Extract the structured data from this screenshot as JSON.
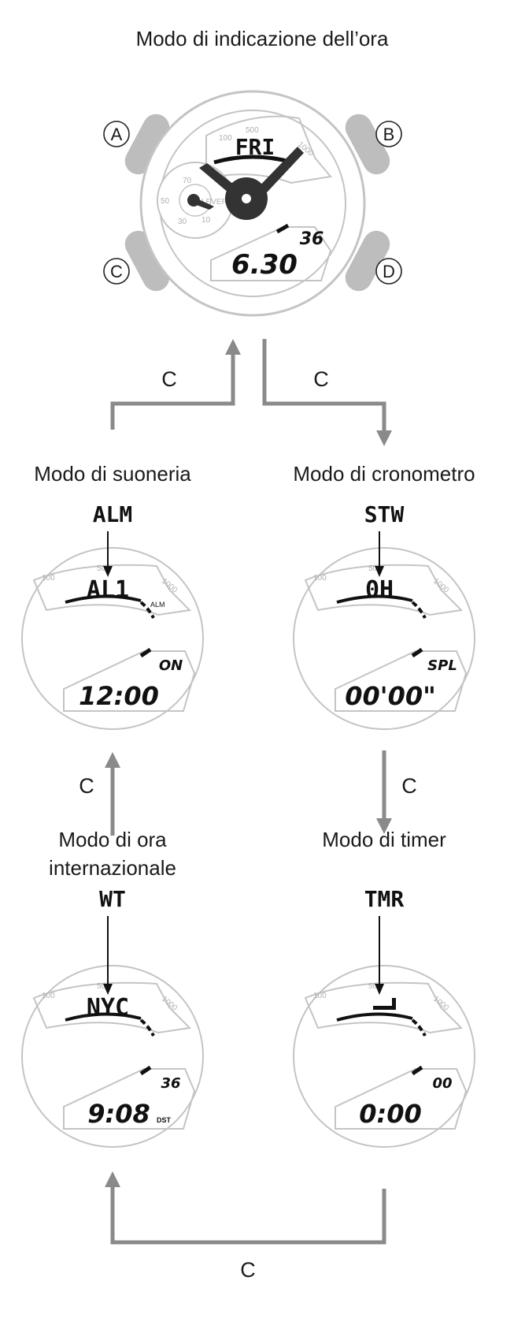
{
  "main_title": "Modo di indicazione dell’ora",
  "transition_label": "C",
  "main_watch": {
    "day": "FRI",
    "date": "6.30",
    "seconds": "36",
    "lever_label": "LEVER",
    "buttons": [
      "A",
      "B",
      "C",
      "D"
    ],
    "top_scale": [
      "100",
      "500",
      "1000"
    ],
    "sub_dial_scale": [
      "70",
      "50",
      "30",
      "10"
    ]
  },
  "modes": [
    {
      "id": "alarm",
      "caption_lines": [
        "Modo di suoneria"
      ],
      "indicator": "ALM",
      "top_text": "AL1",
      "side_mark": "ALM",
      "right_small": "ON",
      "main_value": "12:00",
      "suffix": ""
    },
    {
      "id": "stopwatch",
      "caption_lines": [
        "Modo di cronometro"
      ],
      "indicator": "STW",
      "top_text": "0H",
      "side_mark": "",
      "right_small": "SPL",
      "main_value": "00'00\"",
      "suffix": ""
    },
    {
      "id": "world_time",
      "caption_lines": [
        "Modo di ora",
        "internazionale"
      ],
      "indicator": "WT",
      "top_text": "NYC",
      "side_mark": "",
      "right_small": "36",
      "main_value": "9:08",
      "suffix": "DST"
    },
    {
      "id": "timer",
      "caption_lines": [
        "Modo di timer"
      ],
      "indicator": "TMR",
      "top_text": "",
      "side_mark": "",
      "right_small": "00",
      "main_value": "0:00",
      "suffix": ""
    }
  ],
  "mini_scale": [
    "100",
    "50",
    "1000"
  ],
  "colors": {
    "flow_arrow": "#8a8a8a",
    "outline": "#c4c4c4",
    "button_fill": "#bdbdbd",
    "lcd": "#111111",
    "hands": "#333333"
  }
}
